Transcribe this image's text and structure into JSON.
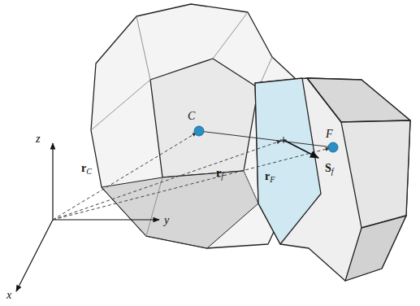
{
  "diagram": {
    "labels": [
      "C",
      "F",
      "rC",
      "rf",
      "rF",
      "Sf",
      "z",
      "y",
      "x"
    ]
  }
}
